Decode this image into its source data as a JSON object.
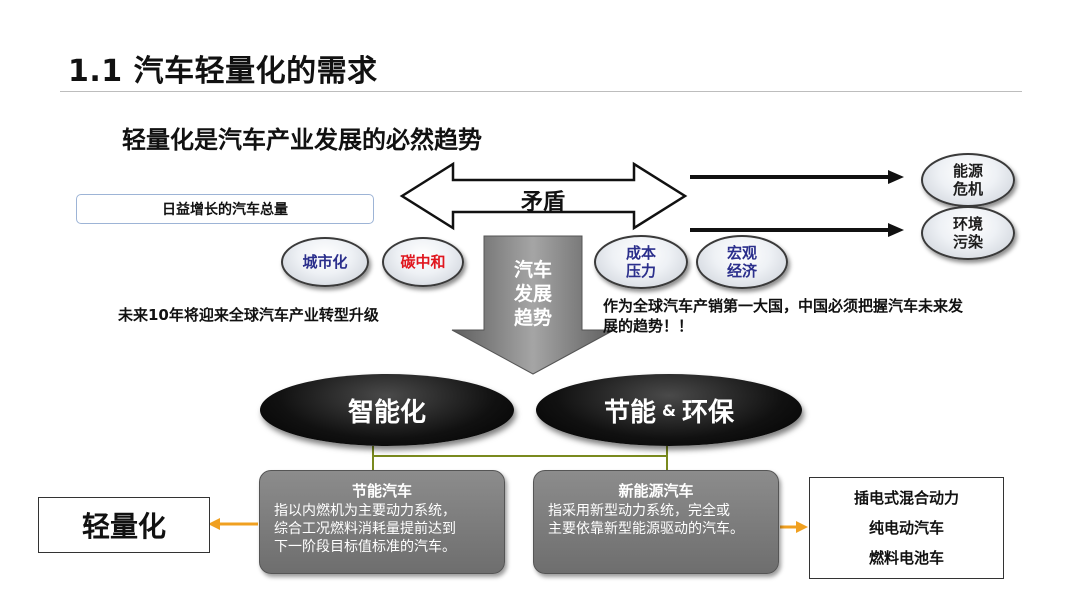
{
  "header": {
    "title": "1.1 汽车轻量化的需求"
  },
  "main": {
    "subtitle": "轻量化是汽车产业发展的必然趋势",
    "growing_total": "日益增长的汽车总量",
    "contradiction": "矛盾",
    "left_drivers": [
      {
        "label": "城市化",
        "color": "#2b2f8c"
      },
      {
        "label": "碳中和",
        "color": "#e0171f"
      }
    ],
    "right_drivers": [
      {
        "line1": "成本",
        "line2": "压力"
      },
      {
        "line1": "宏观",
        "line2": "经济"
      }
    ],
    "outcomes": [
      {
        "line1": "能源",
        "line2": "危机"
      },
      {
        "line1": "环境",
        "line2": "污染"
      }
    ],
    "trend": {
      "line1": "汽车",
      "line2": "发展",
      "line3": "趋势"
    },
    "left_note": "未来10年将迎来全球汽车产业转型升级",
    "right_note_line1": "作为全球汽车产销第一大国，中国必须把握汽车未来发",
    "right_note_line2": "展的趋势！！",
    "pillars": {
      "smart": "智能化",
      "eco_a": "节能",
      "amp": "&",
      "eco_b": "环保"
    },
    "cards": [
      {
        "title": "节能汽车",
        "lines": [
          "指以内燃机为主要动力系统，",
          "综合工况燃料消耗量提前达到",
          "下一阶段目标值标准的汽车。"
        ]
      },
      {
        "title": "新能源汽车",
        "lines": [
          "指采用新型动力系统，完全或",
          "主要依靠新型能源驱动的汽车。"
        ]
      }
    ],
    "lightweight": "轻量化",
    "nev_types": [
      "插电式混合动力",
      "纯电动汽车",
      "燃料电池车"
    ],
    "colors": {
      "arrow_orange": "#f0a020",
      "connector_olive": "#7a8a1e",
      "bubble_blue_text": "#2b2f8c",
      "bubble_red_text": "#e0171f"
    }
  }
}
